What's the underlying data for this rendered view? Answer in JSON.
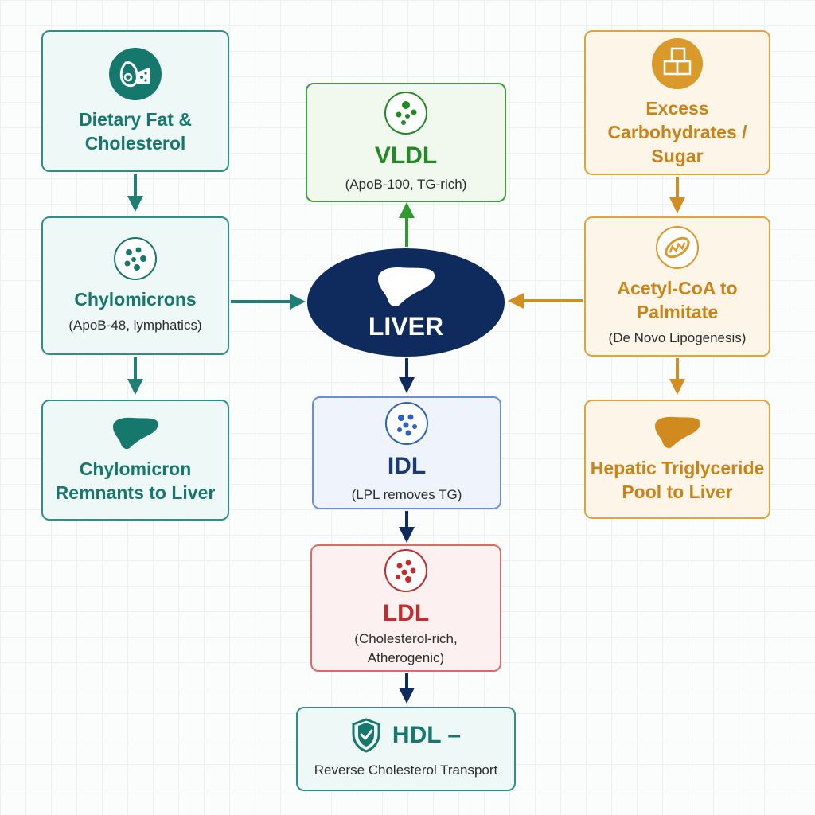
{
  "nodes": {
    "dietary": {
      "title_line1": "Dietary Fat &",
      "title_line2": "Cholesterol",
      "icon": "avocado-cheese-icon"
    },
    "chylomicrons": {
      "title": "Chylomicrons",
      "subtitle": "(ApoB-48, lymphatics)",
      "icon": "particles-icon"
    },
    "remnants": {
      "title_line1": "Chylomicron",
      "title_line2": "Remnants to Liver",
      "icon": "liver-icon"
    },
    "vldl": {
      "title": "VLDL",
      "subtitle": "(ApoB-100, TG-rich)",
      "icon": "particles-icon"
    },
    "liver": {
      "title": "LIVER",
      "icon": "liver-icon"
    },
    "idl": {
      "title": "IDL",
      "subtitle": "(LPL removes TG)",
      "icon": "particles-icon"
    },
    "ldl": {
      "title": "LDL",
      "subtitle_line1": "(Cholesterol-rich,",
      "subtitle_line2": "Atherogenic)",
      "icon": "particles-icon"
    },
    "hdl": {
      "title": "HDL –",
      "subtitle": "Reverse Cholesterol Transport",
      "icon": "shield-check-icon"
    },
    "carbs": {
      "title_line1": "Excess",
      "title_line2": "Carbohydrates /",
      "title_line3": "Sugar",
      "icon": "sugar-cubes-icon"
    },
    "acetyl": {
      "title_line1": "Acetyl-CoA to",
      "title_line2": "Palmitate",
      "subtitle": "(De Novo Lipogenesis)",
      "icon": "mitochondria-icon"
    },
    "hepatic": {
      "title_line1": "Hepatic Triglyceride",
      "title_line2": "Pool to Liver",
      "icon": "liver-icon"
    }
  },
  "colors": {
    "teal": "#16776d",
    "green": "#218a22",
    "amber": "#c8841a",
    "navy": "#0f2a5c",
    "blue": "#1c3a78",
    "red": "#c42b2b"
  }
}
